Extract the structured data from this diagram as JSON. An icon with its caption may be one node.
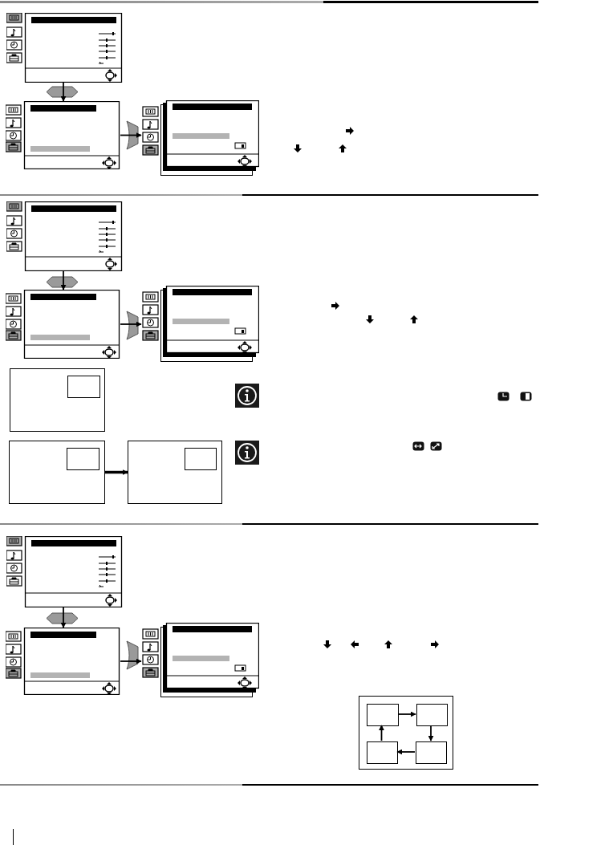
{
  "diagram": {
    "nodes": [
      {
        "text": [],
        "shape": "picture"
      },
      {
        "text": [],
        "shape": "picture"
      },
      {
        "text": [],
        "shape": "picture"
      },
      {
        "text": [],
        "shape": "picture"
      },
      {
        "text": [],
        "shape": "picture"
      },
      {
        "text": [],
        "shape": "picture"
      },
      {
        "text": [],
        "shape": "box"
      },
      {
        "text": [],
        "shape": "box",
        "in": 6
      },
      {
        "text": [],
        "shape": "box"
      },
      {
        "text": [],
        "shape": "box",
        "in": 8
      },
      {
        "text": [],
        "shape": "box"
      },
      {
        "text": [],
        "shape": "box",
        "in": 10
      },
      {
        "text": [],
        "shape": "picture"
      },
      {
        "text": [],
        "shape": "picture"
      },
      {
        "text": [],
        "shape": "picture"
      },
      {
        "text": [],
        "shape": "box"
      },
      {
        "text": [],
        "shape": "box",
        "in": 15
      },
      {
        "text": [],
        "shape": "box",
        "in": 15
      },
      {
        "text": [],
        "shape": "box",
        "in": 15
      },
      {
        "text": [],
        "shape": "box",
        "in": 15
      }
    ],
    "edges": [
      {
        "from": 0,
        "to": 1,
        "arrow": "to"
      },
      {
        "from": 1,
        "to": 2,
        "arrow": "to"
      },
      {
        "from": 3,
        "to": 4,
        "arrow": "to"
      },
      {
        "from": 4,
        "to": 5,
        "arrow": "to"
      },
      {
        "from": 8,
        "to": 10,
        "arrow": "to",
        "style": "thick"
      },
      {
        "from": 12,
        "to": 13,
        "arrow": "to"
      },
      {
        "from": 13,
        "to": 14,
        "arrow": "to"
      },
      {
        "from": 16,
        "to": 17,
        "arrow": "to"
      },
      {
        "from": 17,
        "to": 19,
        "arrow": "to"
      },
      {
        "from": 19,
        "to": 18,
        "arrow": "to"
      },
      {
        "from": 18,
        "to": 16,
        "arrow": "to"
      }
    ]
  }
}
